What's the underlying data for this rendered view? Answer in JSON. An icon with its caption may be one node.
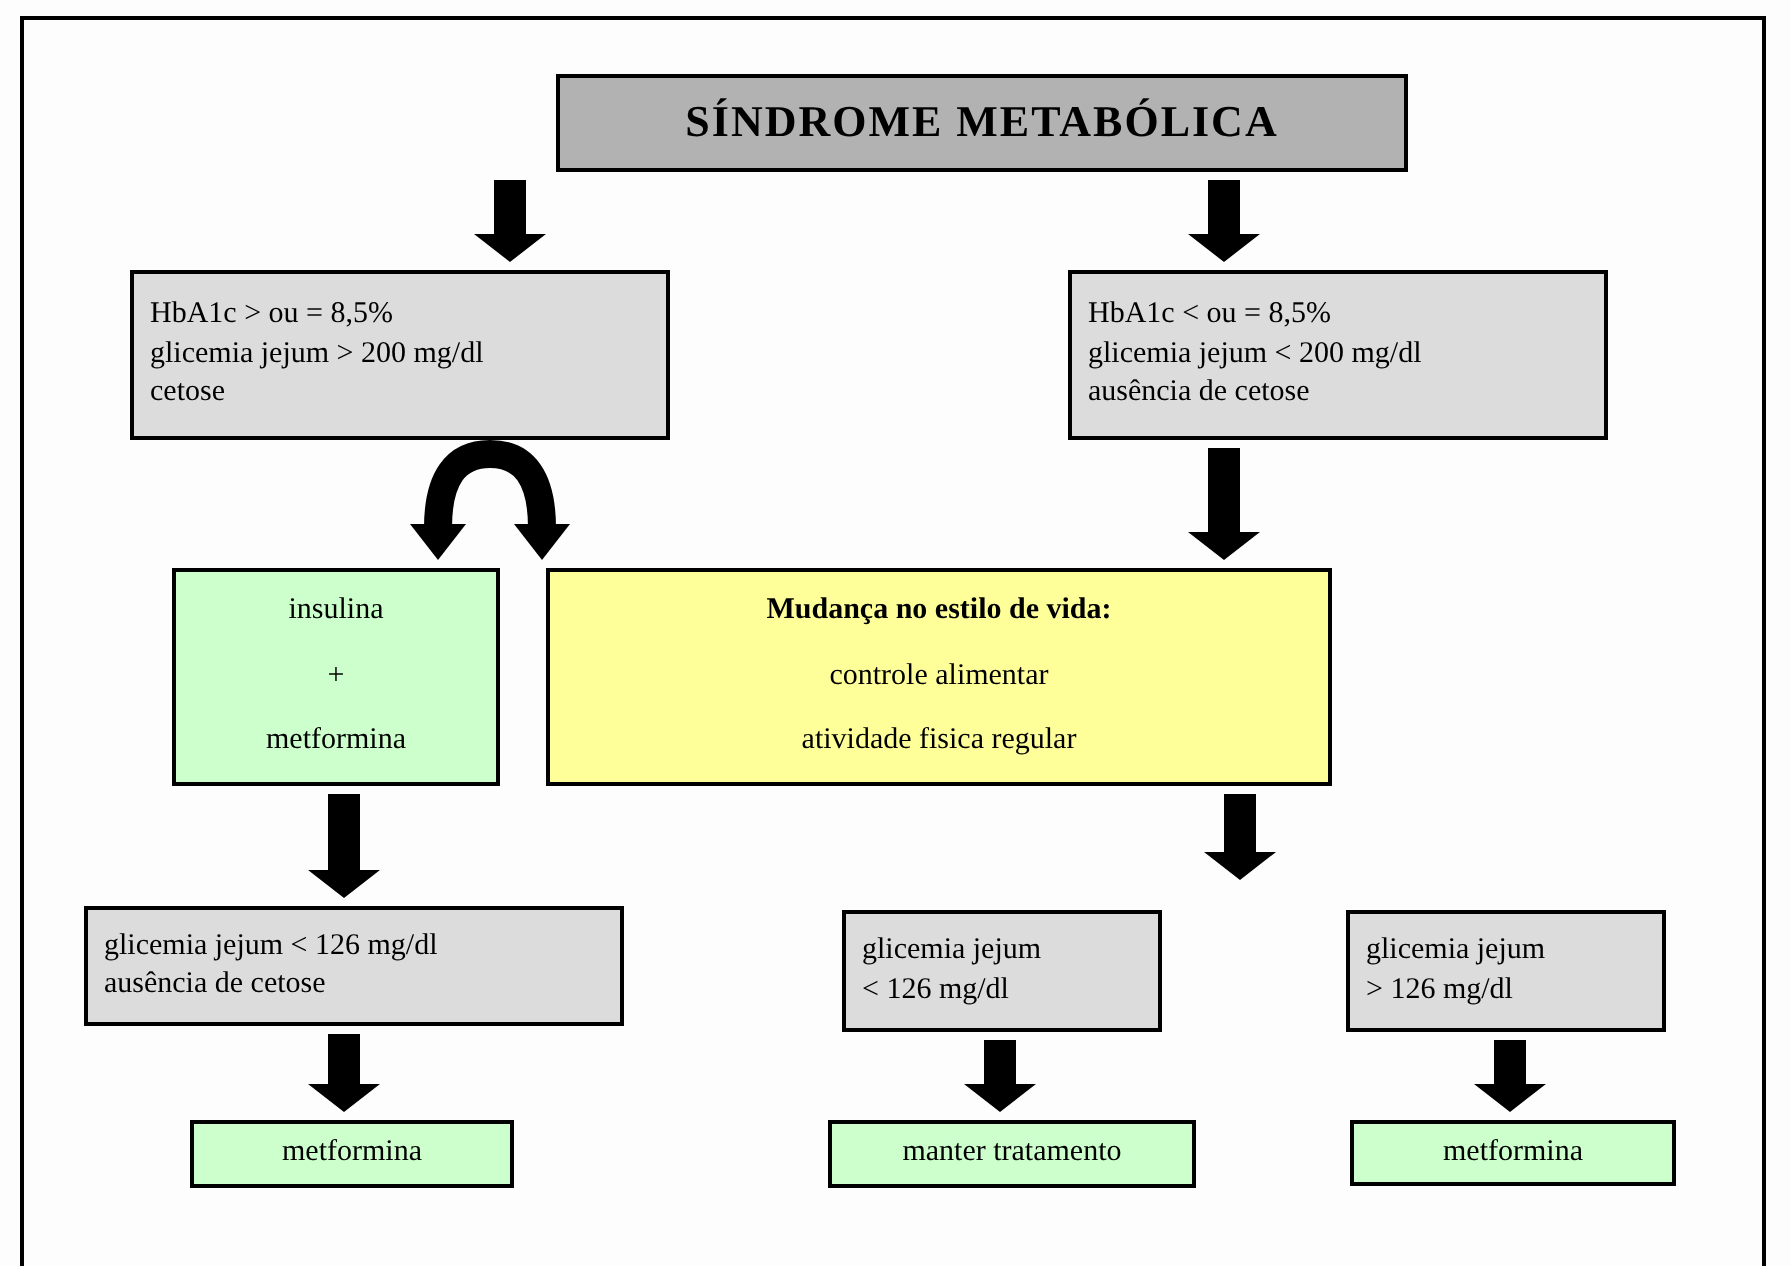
{
  "diagram": {
    "nodes": [
      {
        "text": [
          "SÍNDROME METABÓLICA"
        ]
      },
      {
        "text": [
          "HbA1c > ou = 8,5%",
          "glicemia jejum > 200 mg/dl",
          "cetose"
        ]
      },
      {
        "text": [
          "HbA1c < ou = 8,5%",
          "glicemia jejum < 200 mg/dl",
          "ausência de cetose"
        ]
      },
      {
        "text": [
          "insulina",
          "+",
          "metformina"
        ]
      },
      {
        "text": [
          "Mudança no estilo de vida:",
          "controle alimentar",
          "atividade fisica regular"
        ]
      },
      {
        "text": [
          "glicemia jejum < 126 mg/dl",
          "ausência de cetose"
        ]
      },
      {
        "text": [
          "glicemia jejum",
          "< 126 mg/dl"
        ]
      },
      {
        "text": [
          "glicemia jejum",
          "> 126 mg/dl"
        ]
      },
      {
        "text": [
          "metformina"
        ]
      },
      {
        "text": [
          "manter tratamento"
        ]
      },
      {
        "text": [
          "metformina"
        ]
      }
    ],
    "edges": [
      {
        "from": 0,
        "to": 1,
        "arrow": "to"
      },
      {
        "from": 0,
        "to": 2,
        "arrow": "to"
      },
      {
        "from": 1,
        "to": 3,
        "arrow": "to"
      },
      {
        "from": 1,
        "to": 4,
        "arrow": "to"
      },
      {
        "from": 2,
        "to": 4,
        "arrow": "to"
      },
      {
        "from": 3,
        "to": 5,
        "arrow": "to"
      },
      {
        "from": 4,
        "to": 6,
        "arrow": "to"
      },
      {
        "from": 4,
        "to": 7,
        "arrow": "to"
      },
      {
        "from": 5,
        "to": 8,
        "arrow": "to"
      },
      {
        "from": 6,
        "to": 9,
        "arrow": "to"
      },
      {
        "from": 7,
        "to": 10,
        "arrow": "to"
      }
    ]
  }
}
